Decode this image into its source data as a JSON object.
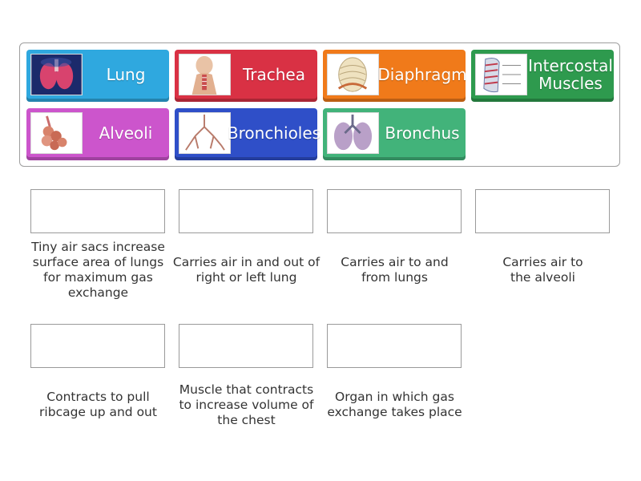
{
  "tiles": [
    {
      "label": "Lung",
      "icon": "lungs-image-icon",
      "color": "#2fa8df"
    },
    {
      "label": "Trachea",
      "icon": "trachea-image-icon",
      "color": "#d93144"
    },
    {
      "label": "Diaphragm",
      "icon": "diaphragm-image-icon",
      "color": "#f07a1a"
    },
    {
      "label": "Intercostal Muscles",
      "icon": "intercostal-muscles-image-icon",
      "color": "#2e9a4e"
    },
    {
      "label": "Alveoli",
      "icon": "alveoli-image-icon",
      "color": "#cc55cc"
    },
    {
      "label": "Bronchioles",
      "icon": "bronchioles-image-icon",
      "color": "#2f4fc8"
    },
    {
      "label": "Bronchus",
      "icon": "bronchus-image-icon",
      "color": "#42b37a"
    }
  ],
  "descriptions": [
    "Tiny air sacs increase surface area of lungs for maximum gas exchange",
    "Carries air in and out of right or left lung",
    "Carries air to and from lungs",
    "Carries air to the alveoli",
    "Contracts to pull ribcage up and out",
    "Muscle that contracts to increase volume of the chest",
    "Organ in which gas exchange takes place"
  ]
}
